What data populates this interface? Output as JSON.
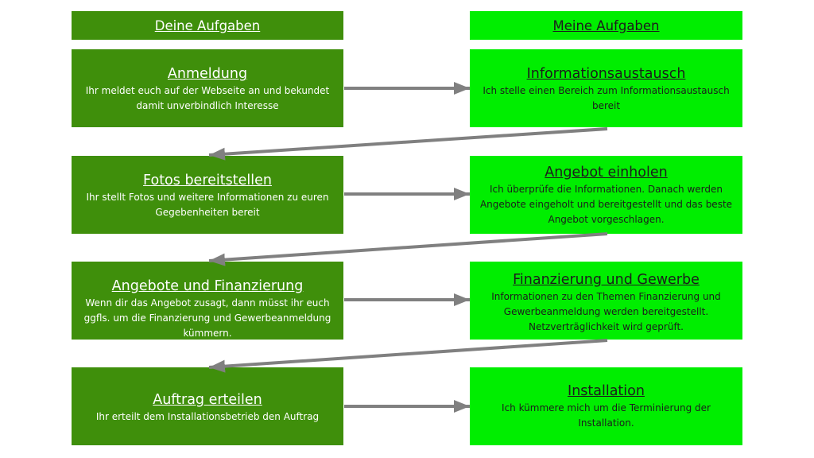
{
  "headers": {
    "left": "Deine Aufgaben",
    "right": "Meine Aufgaben"
  },
  "left_steps": [
    {
      "title": "Anmeldung",
      "description": "Ihr meldet euch auf der Webseite an und bekundet damit unverbindlich Interesse"
    },
    {
      "title": "Fotos bereitstellen",
      "description": "Ihr stellt Fotos und weitere Informationen zu euren Gegebenheiten bereit"
    },
    {
      "title": "Angebote und Finanzierung",
      "description": "Wenn dir das Angebot zusagt, dann müsst ihr euch ggfls. um die Finanzierung und Gewerbeanmeldung kümmern."
    },
    {
      "title": "Auftrag erteilen",
      "description": "Ihr erteilt dem Installationsbetrieb den Auftrag"
    }
  ],
  "right_steps": [
    {
      "title": "Informationsaustausch",
      "description": "Ich stelle einen Bereich zum Informationsaustausch bereit"
    },
    {
      "title": "Angebot einholen",
      "description": "Ich überprüfe die Informationen. Danach werden Angebote eingeholt und bereitgestellt und das beste Angebot vorgeschlagen."
    },
    {
      "title": "Finanzierung und Gewerbe",
      "description": "Informationen zu den Themen Finanzierung und Gewerbeanmeldung werden bereitgestellt. Netzverträglichkeit wird geprüft."
    },
    {
      "title": "Installation",
      "description": "Ich kümmere mich um die Terminierung der Installation."
    }
  ],
  "colors": {
    "left_box": "#3f8f0b",
    "right_box": "#00ee00",
    "arrow": "#808080"
  }
}
